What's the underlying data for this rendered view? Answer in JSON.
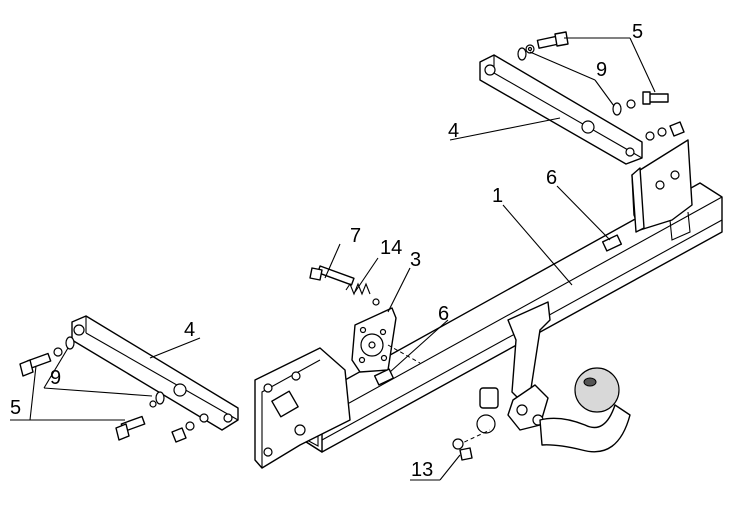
{
  "callouts": {
    "c1": "1",
    "c3": "3",
    "c4_top": "4",
    "c4_left": "4",
    "c5_top": "5",
    "c5_left": "5",
    "c6_top": "6",
    "c6_mid": "6",
    "c7": "7",
    "c9_top": "9",
    "c9_left": "9",
    "c13": "13",
    "c14": "14"
  }
}
